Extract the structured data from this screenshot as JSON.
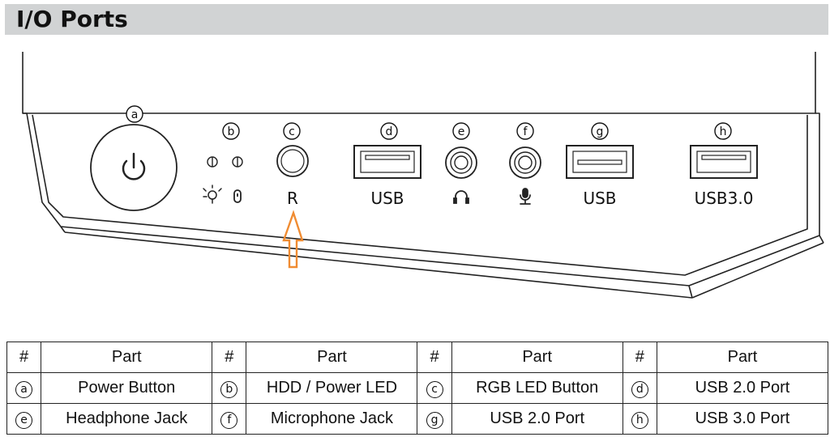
{
  "page": {
    "title": "I/O Ports"
  },
  "diagram": {
    "callouts": [
      "ⓐ",
      "ⓑ",
      "ⓒ",
      "ⓓ",
      "ⓔ",
      "ⓕ",
      "ⓖ",
      "ⓗ"
    ],
    "port_labels": {
      "rgb": "R",
      "usb_d": "USB",
      "usb_g": "USB",
      "usb_h": "USB3.0"
    },
    "icons": {
      "power": "power-icon",
      "hdd_led": "hdd-activity-icon",
      "power_led": "power-led-icon",
      "headphone": "headphone-icon",
      "microphone": "microphone-icon",
      "arrow": "up-arrow-icon"
    },
    "colors": {
      "arrow": "#f08c32",
      "title_bar": "#d1d3d4",
      "line": "#222222"
    }
  },
  "table": {
    "headers": [
      "#",
      "Part",
      "#",
      "Part",
      "#",
      "Part",
      "#",
      "Part"
    ],
    "rows": [
      [
        {
          "id": "ⓐ",
          "part": "Power Button"
        },
        {
          "id": "ⓑ",
          "part": "HDD / Power LED"
        },
        {
          "id": "ⓒ",
          "part": "RGB LED Button"
        },
        {
          "id": "ⓓ",
          "part": "USB 2.0 Port"
        }
      ],
      [
        {
          "id": "ⓔ",
          "part": "Headphone Jack"
        },
        {
          "id": "ⓕ",
          "part": "Microphone Jack"
        },
        {
          "id": "ⓖ",
          "part": "USB 2.0 Port"
        },
        {
          "id": "ⓗ",
          "part": "USB 3.0 Port"
        }
      ]
    ]
  }
}
